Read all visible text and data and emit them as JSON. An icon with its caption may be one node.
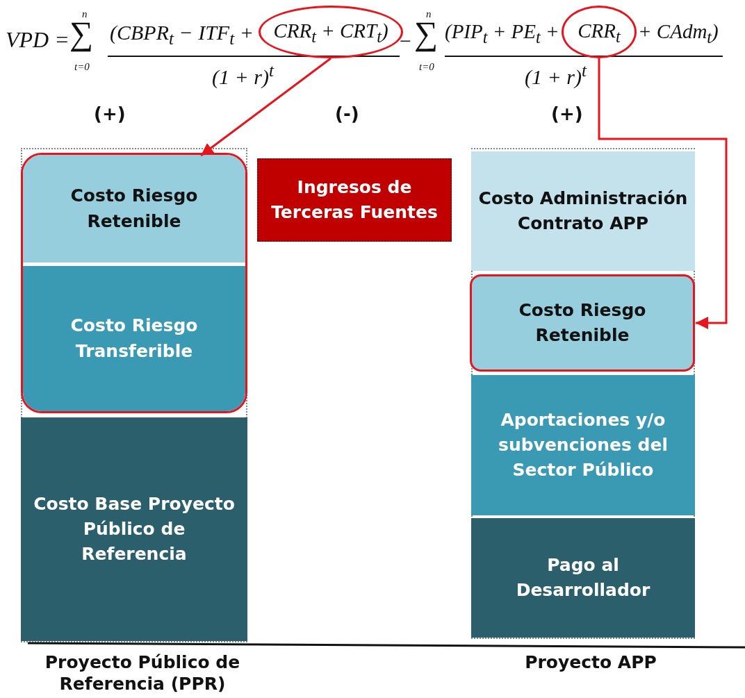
{
  "diagram": {
    "nodes": [
      {
        "text": [
          "CRR$_{t}$ + CRT$_{t}$)"
        ]
      },
      {
        "text": [
          "CRR$_{t}$"
        ]
      },
      {
        "text": [],
        "shape": "box"
      },
      {
        "text": [
          "Costo Riesgo Retenible"
        ],
        "in": 2
      },
      {
        "text": [
          "Costo Riesgo Transferible"
        ],
        "in": 2
      },
      {
        "text": [
          "Costo Base Proyecto Público de Referencia"
        ]
      },
      {
        "text": [
          "Ingresos de Terceras Fuentes"
        ]
      },
      {
        "text": [
          "Costo Administración Contrato APP"
        ]
      },
      {
        "text": [
          "Costo Riesgo Retenible"
        ]
      },
      {
        "text": [
          "Aportaciones y/o subvenciones del Sector Público"
        ]
      },
      {
        "text": [
          "Pago al Desarrollador"
        ]
      }
    ],
    "edges": [
      {
        "from": 0,
        "to": 3,
        "arrow": "to",
        "color": "#e8141c"
      },
      {
        "from": 1,
        "to": 8,
        "arrow": "to",
        "color": "#e8141c"
      }
    ],
    "labels": [
      "VPD =",
      "n",
      "∑",
      "t=0",
      "(CBPR$_{t}$ − ITF$_{t}$ +",
      "(1 + r)$^{t}$",
      "−",
      "n",
      "∑",
      "t=0",
      "(PIP$_{t}$ + PE$_{t}$ +",
      "+ CAdm$_{t}$)",
      "(1 + r)$^{t}$",
      "(+)",
      "(-)",
      "(+)",
      "Proyecto Público de Referencia (PPR)",
      "Proyecto APP"
    ]
  }
}
